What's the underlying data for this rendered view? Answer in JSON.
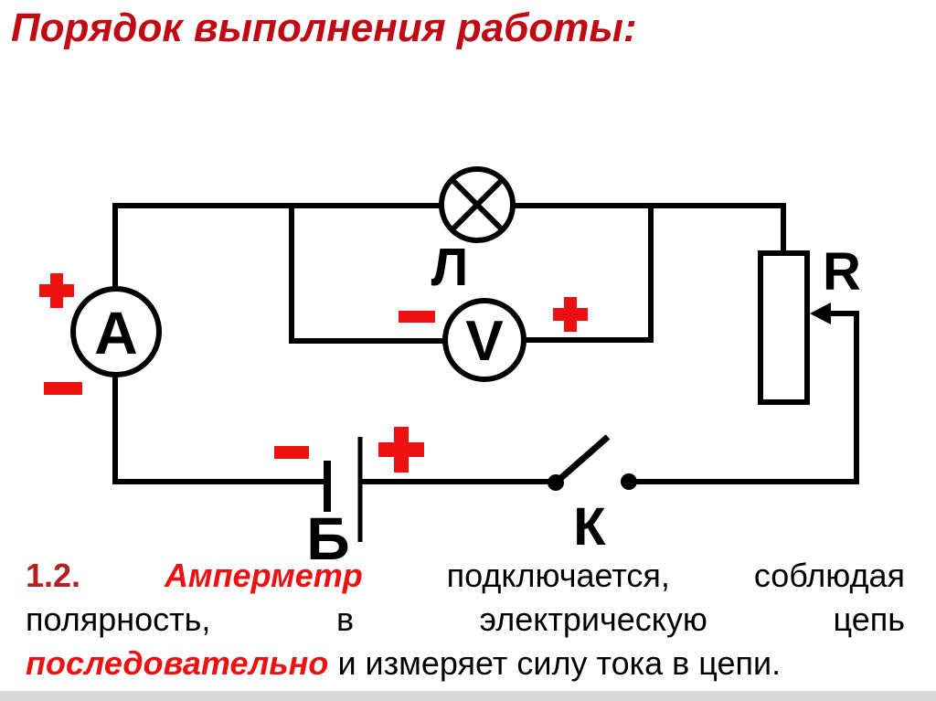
{
  "title": "Порядок выполнения работы:",
  "colors": {
    "title_red": "#c00a14",
    "term_red": "#ee1111",
    "number_red": "#b22222",
    "polarity_red": "#ee1111",
    "wire_black": "#000000",
    "footer_bar_gray": "#d9d9d9"
  },
  "circuit": {
    "ammeter": {
      "label": "A",
      "plus": "+",
      "minus": "−"
    },
    "voltmeter": {
      "label": "V",
      "plus": "+",
      "minus": "−"
    },
    "lamp": {
      "label": "Л"
    },
    "rheostat": {
      "label": "R"
    },
    "battery": {
      "label": "Б",
      "plus": "+",
      "minus": "−"
    },
    "switch": {
      "label": "К"
    }
  },
  "paragraph": {
    "line1": {
      "number": "1.2.",
      "term": "Амперметр",
      "word2": "подключается,",
      "word3": "соблюдая"
    },
    "line2": {
      "w1": "полярность,",
      "w2": "в",
      "w3": "электрическую",
      "w4": "цепь"
    },
    "line3": {
      "term": "последовательно",
      "rest": "и измеряет силу тока в цепи."
    }
  }
}
